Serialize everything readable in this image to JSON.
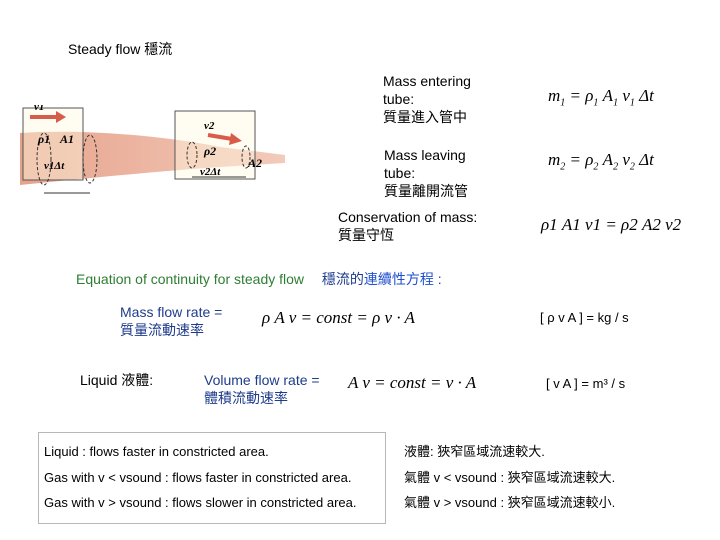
{
  "title": "Steady flow  穩流",
  "diagram": {
    "v1": "v1",
    "rho1": "ρ1",
    "A1": "A1",
    "v1dt": "v1Δt",
    "v2": "v2",
    "rho2": "ρ2",
    "A2": "A2",
    "v2dt": "v2Δt"
  },
  "mass_entering": [
    "Mass entering",
    "tube:",
    "質量進入管中"
  ],
  "mass_leaving": [
    "Mass leaving",
    "tube:",
    "質量離開流管"
  ],
  "conservation": [
    "Conservation of mass:",
    "質量守恆"
  ],
  "eq_m1": {
    "lhs": "m",
    "lsub": "1",
    "rest1": " = ρ",
    "s1": "1",
    "rest2": " A",
    "s2": "1",
    "rest3": " v",
    "s3": "1",
    "rest4": " Δt"
  },
  "eq_m2": {
    "lhs": "m",
    "lsub": "2",
    "rest1": " = ρ",
    "s1": "2",
    "rest2": " A",
    "s2": "2",
    "rest3": " v",
    "s3": "2",
    "rest4": " Δt"
  },
  "eq_cons": "ρ1 A1 v1 = ρ2 A2 v2",
  "continuity": {
    "part1": "Equation of continuity",
    "part2": " for steady flow",
    "part3": "穩流的",
    "part4": "連續性方程",
    "part5": " :"
  },
  "mass_flow_rate": [
    "Mass flow rate =",
    "質量流動速率"
  ],
  "eq_mass_flow": "ρ A v = const  = ρ v · A",
  "unit_mass": "[ ρ v A ] = kg / s",
  "liquid": "Liquid  液體:",
  "volume_flow_rate": [
    "Volume flow rate =",
    "體積流動速率"
  ],
  "eq_volume_flow": "A v = const    = v · A",
  "unit_volume": "[ v A ] = m³ / s",
  "rows": [
    {
      "left": "Liquid :   flows faster in constricted area.",
      "right": "液體:  狹窄區域流速較大."
    },
    {
      "left": "Gas with v < vsound :   flows faster in constricted area.",
      "right": "氣體 v < vsound :   狹窄區域流速較大."
    },
    {
      "left": "Gas with v > vsound :   flows slower in constricted area.",
      "right": "氣體 v > vsound :   狹窄區域流速較小."
    }
  ]
}
